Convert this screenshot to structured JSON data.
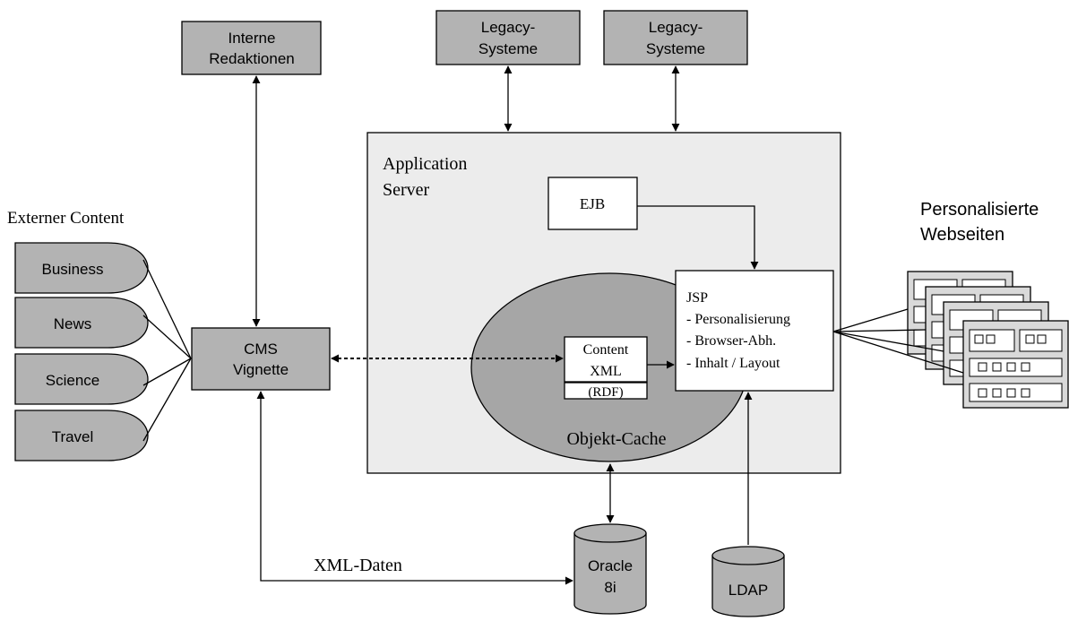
{
  "nodes": {
    "interne_redaktionen": [
      "Interne",
      "Redaktionen"
    ],
    "legacy_1": [
      "Legacy-",
      "Systeme"
    ],
    "legacy_2": [
      "Legacy-",
      "Systeme"
    ],
    "app_server": [
      "Application",
      "Server"
    ],
    "ejb": "EJB",
    "jsp": [
      "JSP",
      "- Personalisierung",
      "- Browser-Abh.",
      "- Inhalt / Layout"
    ],
    "content_xml": [
      "Content",
      "XML"
    ],
    "rdf": "(RDF)",
    "objekt_cache": "Objekt-Cache",
    "cms": [
      "CMS",
      "Vignette"
    ],
    "externer_content_title": "Externer Content",
    "external_sources": [
      "Business",
      "News",
      "Science",
      "Travel"
    ],
    "personalisierte": [
      "Personalisierte",
      "Webseiten"
    ],
    "oracle": [
      "Oracle",
      "8i"
    ],
    "ldap": "LDAP",
    "xml_daten": "XML-Daten"
  },
  "colors": {
    "box_fill": "#b3b3b3",
    "server_fill": "#ececec",
    "cache_fill": "#a6a6a6",
    "white_fill": "#ffffff",
    "stroke": "#000000"
  }
}
